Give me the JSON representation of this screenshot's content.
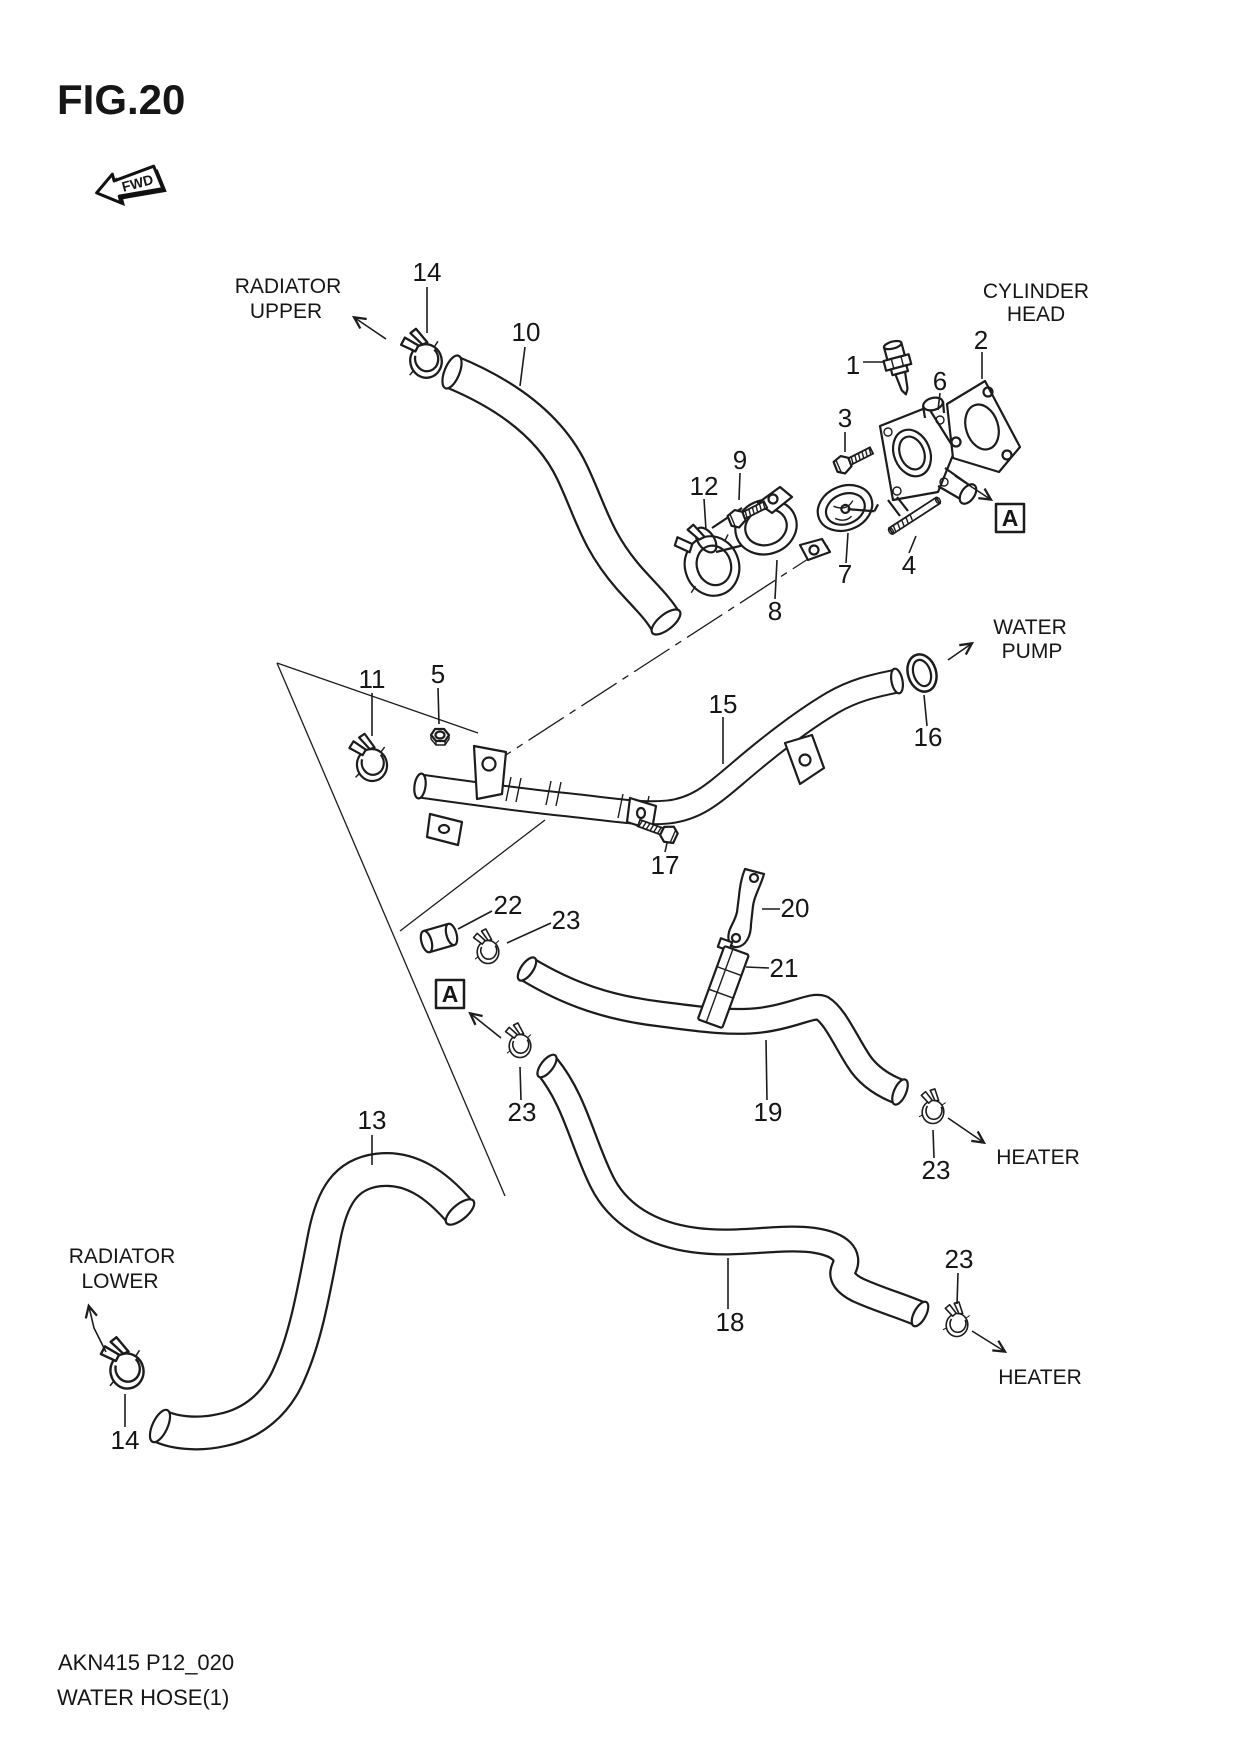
{
  "figure": {
    "title": "FIG.20",
    "fwd_label": "FWD",
    "footer_code": "AKN415 P12_020",
    "footer_title": "WATER HOSE(1)"
  },
  "labels": {
    "radiator_upper": [
      "RADIATOR",
      "UPPER"
    ],
    "cylinder_head": [
      "CYLINDER",
      "HEAD"
    ],
    "water_pump": [
      "WATER",
      "PUMP"
    ],
    "heater_right": "HEATER",
    "heater_bottom": "HEATER",
    "radiator_lower": [
      "RADIATOR",
      "LOWER"
    ],
    "section_marker": "A"
  },
  "callouts": {
    "p1": "1",
    "p2": "2",
    "p3": "3",
    "p4": "4",
    "p5": "5",
    "p6": "6",
    "p7": "7",
    "p8": "8",
    "p9": "9",
    "p10": "10",
    "p11": "11",
    "p12": "12",
    "p13": "13",
    "p14_upper": "14",
    "p14_lower": "14",
    "p15": "15",
    "p16": "16",
    "p17": "17",
    "p18": "18",
    "p19": "19",
    "p20": "20",
    "p21": "21",
    "p22": "22",
    "p23_a": "23",
    "p23_b": "23",
    "p23_c": "23",
    "p23_d": "23"
  }
}
